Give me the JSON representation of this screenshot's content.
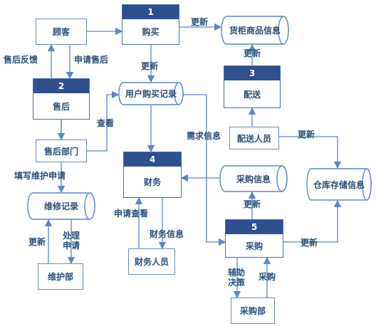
{
  "entities": {
    "customer": "顾客",
    "after_sales_dept": "售后部门",
    "maintenance_dept": "维护部",
    "finance_staff": "财务人员",
    "delivery_staff": "配送人员",
    "purchase_dept": "采购部"
  },
  "processes": {
    "p1": {
      "num": "1",
      "name": "购买"
    },
    "p2": {
      "num": "2",
      "name": "售后"
    },
    "p3": {
      "num": "3",
      "name": "配送"
    },
    "p4": {
      "num": "4",
      "name": "财务"
    },
    "p5": {
      "num": "5",
      "name": "采购"
    }
  },
  "stores": {
    "shelf_goods": "货柜商品信息",
    "purchase_records": "用户购买记录",
    "maintenance_records": "维修记录",
    "procurement_info": "采购信息",
    "warehouse_info": "仓库存储信息"
  },
  "flows": {
    "update_shelf": "更新",
    "feedback": "售后反馈",
    "apply_after_sales": "申请售后",
    "update_records": "更新",
    "update_p3_shelf": "更新",
    "query": "查看",
    "demand_info": "需求信息",
    "update_warehouse_from_delivery": "更新",
    "fill_request": "填写维护申请",
    "update_procurement": "更新",
    "apply_view": "申请查看",
    "finance_info": "财务信息",
    "update_maint": "更新",
    "process_request": "处理\n申请",
    "update_warehouse_from_p5": "更新",
    "decision_support": "辅助\n决策",
    "purchase": "采购"
  }
}
